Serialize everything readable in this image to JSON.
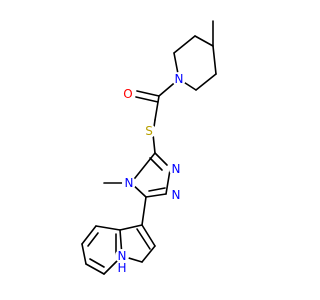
{
  "molecule": {
    "atoms": {
      "o_carbonyl": "O",
      "n_piperidine": "N",
      "s_thioether": "S",
      "n_triazole_4": "N",
      "n_triazole_2": "N",
      "n_triazole_1": "N",
      "n_methyl_label": "methyl",
      "n_indole": "N",
      "h_indole": "H"
    }
  },
  "colors": {
    "bond": "#000000",
    "oxygen": "#ff0000",
    "nitrogen": "#0000ff",
    "sulfur": "#b8a000",
    "background": "#ffffff"
  }
}
